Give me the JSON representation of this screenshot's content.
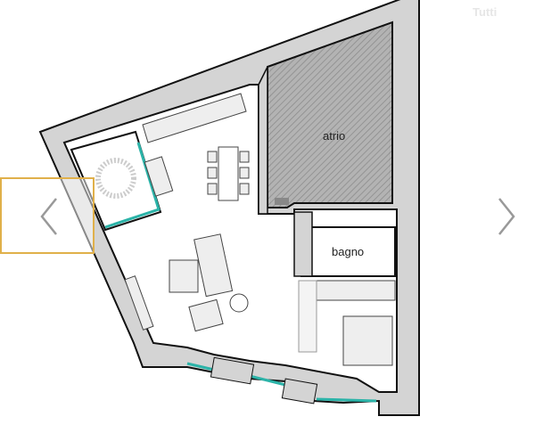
{
  "floorplan": {
    "rooms": [
      {
        "label": "atrio"
      },
      {
        "label": "bagno"
      }
    ],
    "colors": {
      "wall": "#d4d4d4",
      "outline": "#111111",
      "window": "#2bb3a8",
      "atrio": "#b0b0b0",
      "focus": "#e0b04a"
    }
  },
  "watermark": {
    "text": "Tutti"
  },
  "gallery": {
    "prev_icon": "chevron-left-icon",
    "next_icon": "chevron-right-icon"
  }
}
